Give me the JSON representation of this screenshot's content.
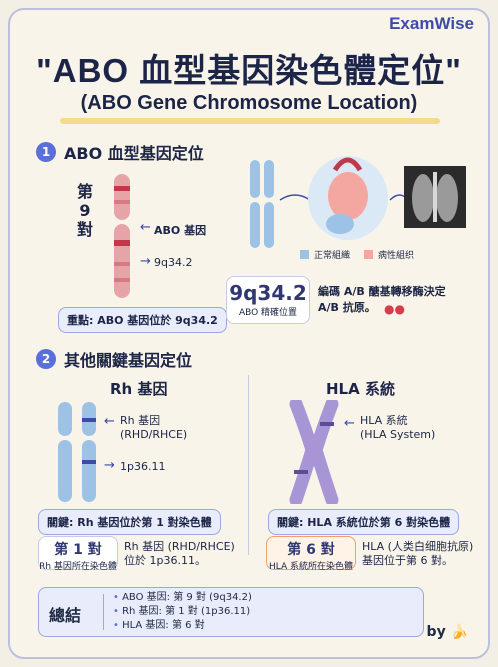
{
  "brand": "ExamWise",
  "title": "\"ABO 血型基因染色體定位\"",
  "subtitle": "(ABO Gene Chromosome Location)",
  "section1": {
    "num": "1",
    "title": "ABO 血型基因定位",
    "chromosome_label": "第\n9\n對",
    "gene_label": "ABO 基因",
    "locus": "9q34.2",
    "key_point": "重點: ABO 基因位於 9q34.2",
    "legend_normal": "正常組織",
    "legend_disease": "病性組织",
    "position_big": "9q34.2",
    "position_sub": "ABO 精確位置",
    "note": "編碼 A/B 醣基轉移酶決定 A/B 抗原。",
    "colors": {
      "chromosome": "#e7a4a8",
      "band": "#c0394b",
      "normal": "#9cc3e6",
      "disease": "#f4a6a0"
    }
  },
  "section2": {
    "num": "2",
    "title": "其他關鍵基因定位",
    "rh": {
      "heading": "Rh 基因",
      "gene_label": "Rh 基因\n(RHD/RHCE)",
      "locus": "1p36.11",
      "key": "關鍵: Rh 基因位於第 1 對染色體",
      "box_big": "第 1 對",
      "box_sub": "Rh 基因所在染色體",
      "note": "Rh 基因 (RHD/RHCE)\n位於 1p36.11。"
    },
    "hla": {
      "heading": "HLA 系統",
      "gene_label": "HLA 系統\n(HLA System)",
      "key": "關鍵: HLA 系統位於第 6 對染色體",
      "box_big": "第 6 對",
      "box_sub": "HLA 系統所在染色體",
      "note": "HLA (人类白细胞抗原)\n基因位于第 6 對。"
    }
  },
  "summary": {
    "title": "總結",
    "items": [
      "ABO 基因: 第 9 對 (9q34.2)",
      "Rh 基因: 第 1 對 (1p36.11)",
      "HLA 基因: 第 6 對"
    ]
  },
  "footer": "by 🍌"
}
